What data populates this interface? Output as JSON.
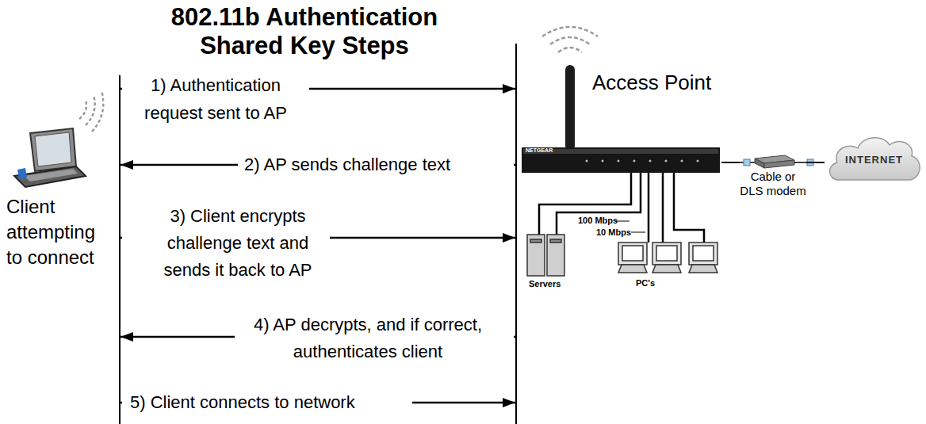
{
  "diagram": {
    "title": "802.11b Authentication Shared Key Steps",
    "nodes": [
      {
        "text": [
          "Client attempting to connect"
        ]
      },
      {
        "text": [
          "Access Point"
        ]
      },
      {
        "text": [
          "Cable or DLS modem"
        ]
      },
      {
        "text": [
          "INTERNET"
        ]
      }
    ],
    "edges": [
      {
        "from": 0,
        "to": 1,
        "arrow": "to",
        "label": "1) Authentication request sent to AP"
      },
      {
        "from": 1,
        "to": 0,
        "arrow": "to",
        "label": "2) AP sends challenge text"
      },
      {
        "from": 0,
        "to": 1,
        "arrow": "to",
        "label": "3) Client encrypts challenge text and sends it back to AP"
      },
      {
        "from": 1,
        "to": 0,
        "arrow": "to",
        "label": "4) AP decrypts, and if correct, authenticates client"
      },
      {
        "from": 0,
        "to": 1,
        "arrow": "to",
        "label": "5) Client connects to network"
      },
      {
        "from": 1,
        "to": 2,
        "arrow": "none"
      },
      {
        "from": 2,
        "to": 3,
        "arrow": "none"
      }
    ],
    "labels": [
      "NETGEAR",
      "100 Mbps",
      "10 Mbps",
      "Servers",
      "PC's"
    ]
  }
}
